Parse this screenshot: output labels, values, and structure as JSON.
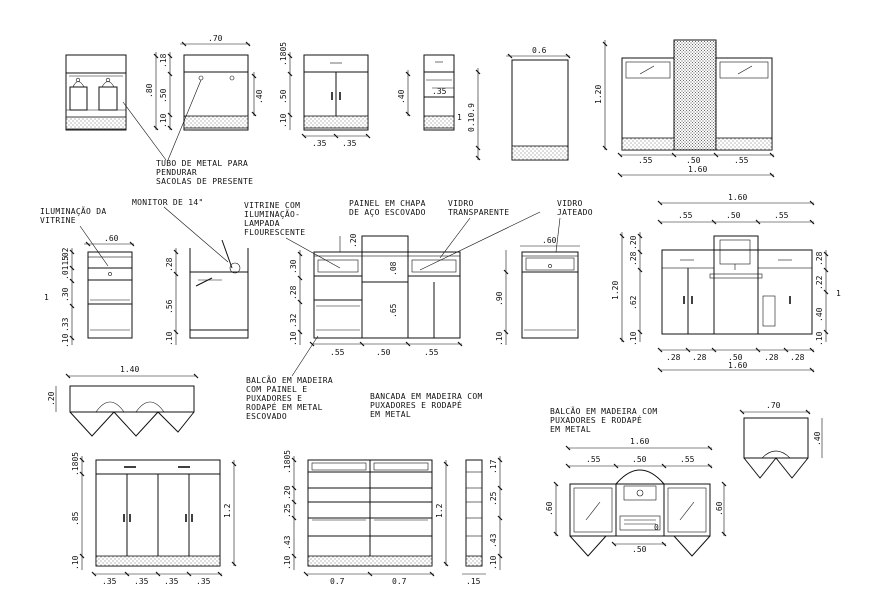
{
  "labels": {
    "tubo": [
      "TUBO DE METAL PARA",
      "PENDURAR",
      "SACOLAS DE PRESENTE"
    ],
    "monitor": "MONITOR DE 14\"",
    "iluminacao": [
      "ILUMINAÇÃO DA",
      "VITRINE"
    ],
    "vitrine": [
      "VITRINE COM",
      "ILUMINAÇÃO-",
      "LAMPADA",
      "FLOURESCENTE"
    ],
    "painel": [
      "PAINEL EM CHAPA",
      "DE AÇO ESCOVADO"
    ],
    "vidro_transparente": [
      "VIDRO",
      "TRANSPARENTE"
    ],
    "vidro_jateado": [
      "VIDRO",
      "JATEADO"
    ],
    "balcao_painel": [
      "BALCÃO EM MADEIRA",
      "COM PAINEL E",
      "PUXADORES E",
      "RODAPÉ EM METAL",
      "ESCOVADO"
    ],
    "bancada": [
      "BANCADA EM MADEIRA COM",
      "PUXADORES E RODAPÉ",
      "EM METAL"
    ],
    "balcao_puxadores": [
      "BALCÃO EM MADEIRA COM",
      "PUXADORES E RODAPÉ",
      "EM METAL"
    ]
  },
  "dims": {
    "d70": ".70",
    "d80": ".80",
    "d18": ".18",
    "d50": ".50",
    "d02": ".02",
    "d40": ".40",
    "d10": ".10",
    "d35": ".35",
    "d06": "0.6",
    "d0109": "0.10.9",
    "d1": "1",
    "d120": "1.20",
    "d55": ".55",
    "d160": "1.60",
    "d60": ".60",
    "d015": ".0115",
    "d30": ".30",
    "d33": ".33",
    "d28": ".28",
    "d56": ".56",
    "d32": ".32",
    "d20": ".20",
    "d08": ".08",
    "d65": ".65",
    "d90": ".90",
    "d62": ".62",
    "d22": ".22",
    "d140": "1.40",
    "d85": ".85",
    "d12": "1.2",
    "d25": ".25",
    "d43": ".43",
    "d07": "0.7",
    "d17": ".17",
    "d15": ".15",
    "d1805": ".1805",
    "d1205": ".1805",
    "d0": "0"
  }
}
